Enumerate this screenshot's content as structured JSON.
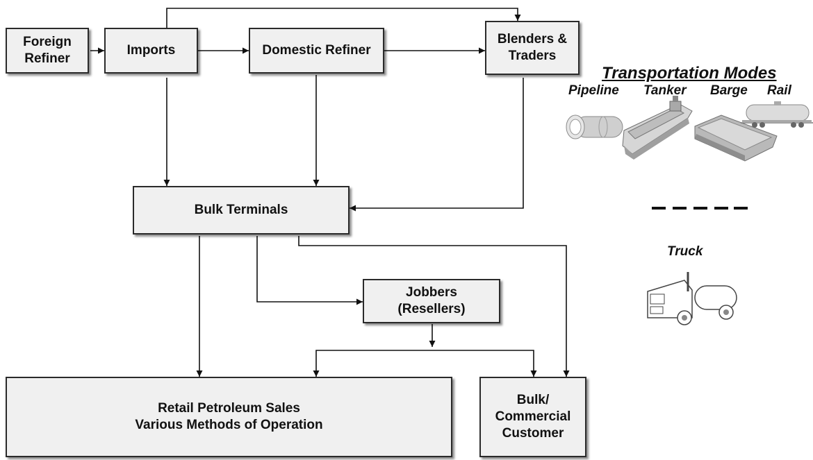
{
  "nodes": {
    "foreign_refiner": [
      "Foreign",
      "Refiner"
    ],
    "imports": "Imports",
    "domestic_refiner": "Domestic Refiner",
    "blenders_traders": [
      "Blenders &",
      "Traders"
    ],
    "bulk_terminals": "Bulk Terminals",
    "jobbers": [
      "Jobbers",
      "(Resellers)"
    ],
    "retail": [
      "Retail Petroleum Sales",
      "Various Methods of Operation"
    ],
    "bulk_customer": [
      "Bulk/",
      "Commercial",
      "Customer"
    ]
  },
  "transport": {
    "title": "Transportation Modes",
    "pipeline": "Pipeline",
    "tanker": "Tanker",
    "barge": "Barge",
    "rail": "Rail",
    "truck": "Truck"
  },
  "colors": {
    "box_fill": "#f0f0f0",
    "line": "#111111"
  },
  "edges": [
    {
      "from": "Foreign Refiner",
      "to": "Imports"
    },
    {
      "from": "Imports",
      "to": "Domestic Refiner"
    },
    {
      "from": "Domestic Refiner",
      "to": "Blenders & Traders"
    },
    {
      "from": "Imports",
      "to": "Blenders & Traders"
    },
    {
      "from": "Imports",
      "to": "Bulk Terminals"
    },
    {
      "from": "Domestic Refiner",
      "to": "Bulk Terminals"
    },
    {
      "from": "Blenders & Traders",
      "to": "Bulk Terminals"
    },
    {
      "from": "Bulk Terminals",
      "to": "Retail Petroleum Sales"
    },
    {
      "from": "Bulk Terminals",
      "to": "Jobbers (Resellers)"
    },
    {
      "from": "Bulk Terminals",
      "to": "Bulk/Commercial Customer"
    },
    {
      "from": "Jobbers (Resellers)",
      "to": "Retail Petroleum Sales"
    },
    {
      "from": "Jobbers (Resellers)",
      "to": "Bulk/Commercial Customer"
    }
  ]
}
